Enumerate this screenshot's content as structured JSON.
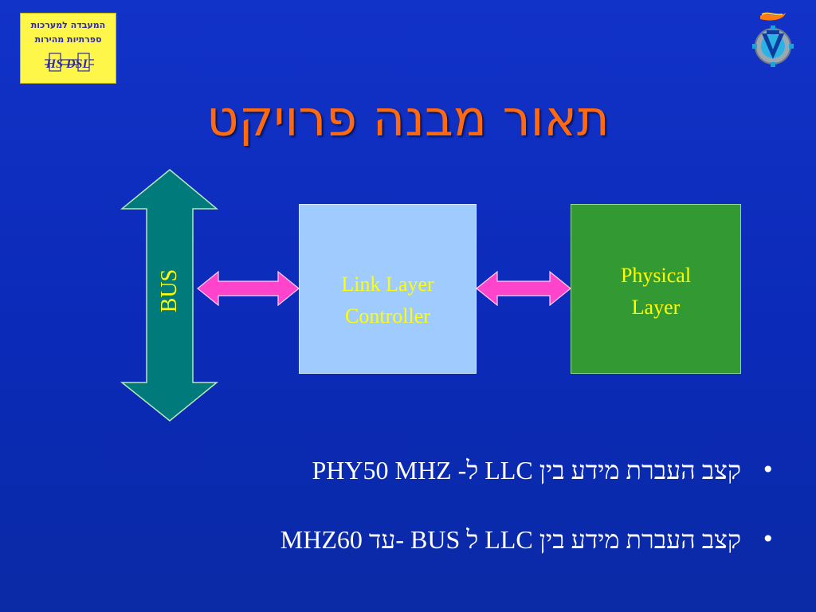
{
  "logo": {
    "line1": "המעבדה למערכות",
    "line2": "ספרתיות מהירות",
    "line3": "HS DSL"
  },
  "title": "תאור מבנה פרויקט",
  "diagram": {
    "bus_label": "BUS",
    "llc_line1": "Link Layer",
    "llc_line2": "Controller",
    "phy_line1": "Physical",
    "phy_line2": "Layer",
    "colors": {
      "bus_arrow": "#007a7a",
      "link_arrows": "#ff44cc",
      "llc_box": "#9fcbff",
      "phy_box": "#339933",
      "label_text": "#ffff00",
      "title_text": "#ff6a10"
    }
  },
  "bullets": [
    {
      "marker": "•",
      "text": "קצב העברת מידע בין LLC ל- PHY50 MHZ"
    },
    {
      "marker": "•",
      "text": "קצב העברת מידע בין LLC ל BUS -עד MHZ60"
    }
  ]
}
